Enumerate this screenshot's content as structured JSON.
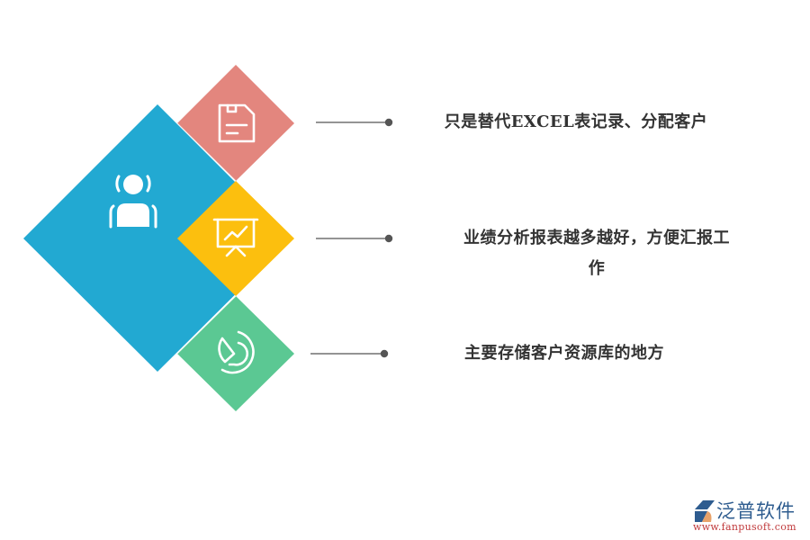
{
  "diagram": {
    "colors": {
      "main": "#22a9d2",
      "item1": "#e3867e",
      "item2": "#fcbf0e",
      "item3": "#5bc893",
      "connector": "#555555",
      "text": "#333333"
    },
    "main_node": {
      "icon": "user-broadcast-icon"
    },
    "items": [
      {
        "icon": "floppy-disk-icon",
        "text_lines": [
          "只是替代EXCEL表记录、分配客户"
        ]
      },
      {
        "icon": "presentation-chart-icon",
        "text_lines": [
          "业绩分析报表越多越好，方便汇报工",
          "作"
        ]
      },
      {
        "icon": "pie-chart-icon",
        "text_lines": [
          "主要存储客户资源库的地方"
        ]
      }
    ]
  },
  "watermark": {
    "title": "泛普软件",
    "url": "www.fanpusoft.com"
  }
}
